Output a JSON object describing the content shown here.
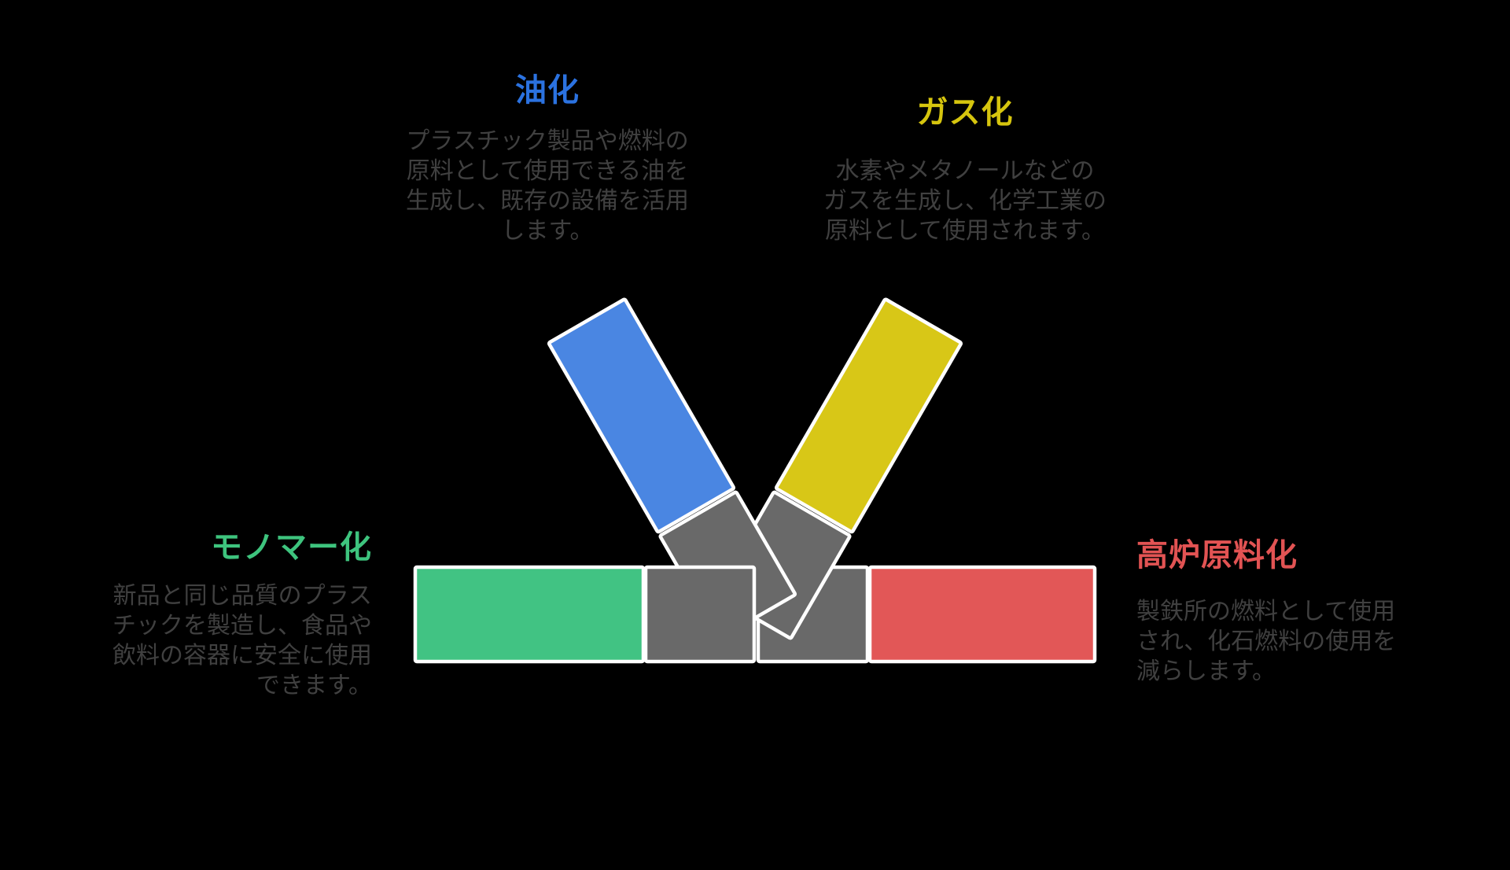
{
  "background_color": "#000000",
  "border_color": "#ffffff",
  "gray_color": "#696969",
  "body_text_color": "#404040",
  "blocks": [
    {
      "id": "oil",
      "title": "油化",
      "title_color": "#2b72e0",
      "bar_color": "#4a86e2",
      "lines": [
        "プラスチック製品や燃料の",
        "原料として使用できる油を",
        "生成し、既存の設備を活用",
        "します。"
      ]
    },
    {
      "id": "gas",
      "title": "ガス化",
      "title_color": "#d6c50e",
      "bar_color": "#d8c717",
      "lines": [
        "水素やメタノールなどの",
        "ガスを生成し、化学工業の",
        "原料として使用されます。"
      ]
    },
    {
      "id": "monomer",
      "title": "モノマー化",
      "title_color": "#3ec47e",
      "bar_color": "#41c383",
      "lines": [
        "新品と同じ品質のプラス",
        "チックを製造し、食品や",
        "飲料の容器に安全に使用",
        "できます。"
      ]
    },
    {
      "id": "furnace",
      "title": "高炉原料化",
      "title_color": "#e25353",
      "bar_color": "#e25757",
      "lines": [
        "製鉄所の燃料として使用",
        "され、化石燃料の使用を",
        "減らします。"
      ]
    }
  ]
}
